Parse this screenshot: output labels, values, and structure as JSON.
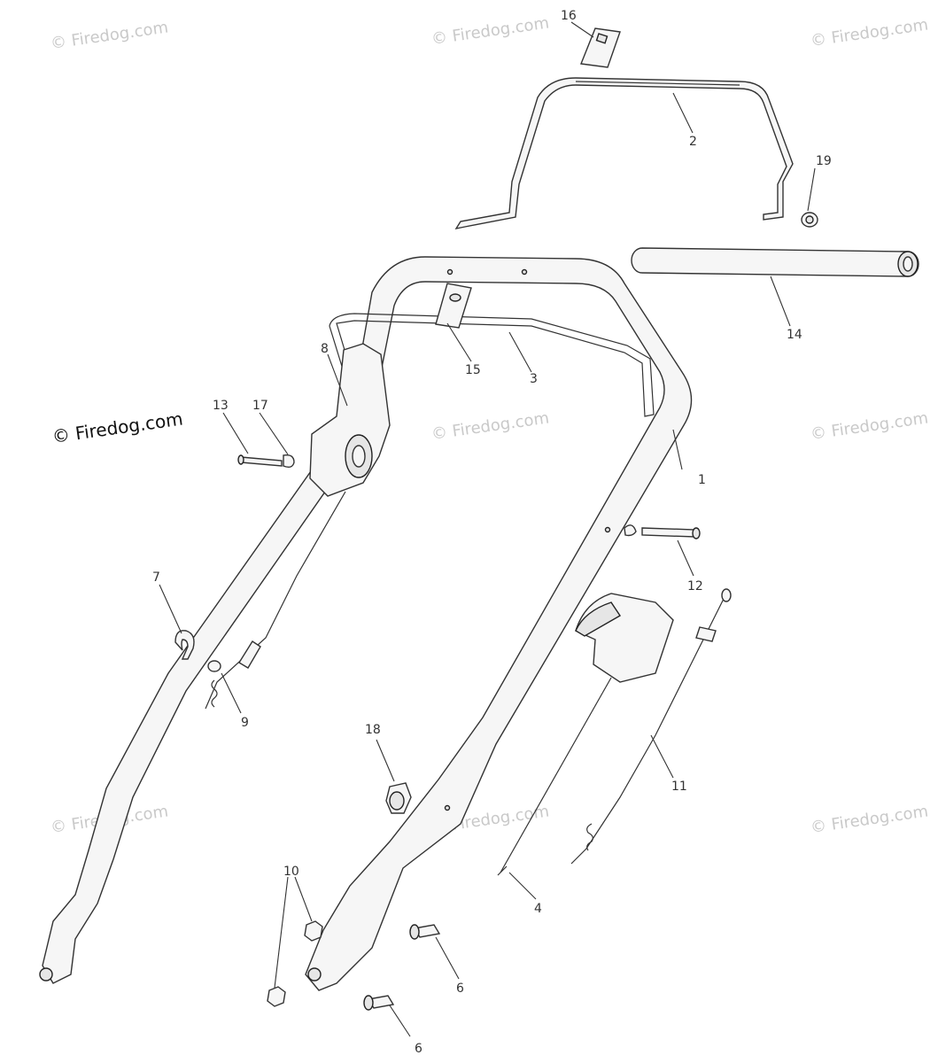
{
  "watermarks": {
    "main": "© Firedog.com",
    "faint": "© Firedog.com"
  },
  "callouts": [
    "1",
    "2",
    "3",
    "4",
    "6",
    "7",
    "8",
    "9",
    "10",
    "11",
    "12",
    "13",
    "14",
    "15",
    "16",
    "17",
    "18",
    "19",
    "6"
  ],
  "colors": {
    "line": "#333333",
    "fill": "#f6f6f6",
    "watermark": "#c9c9c9"
  }
}
